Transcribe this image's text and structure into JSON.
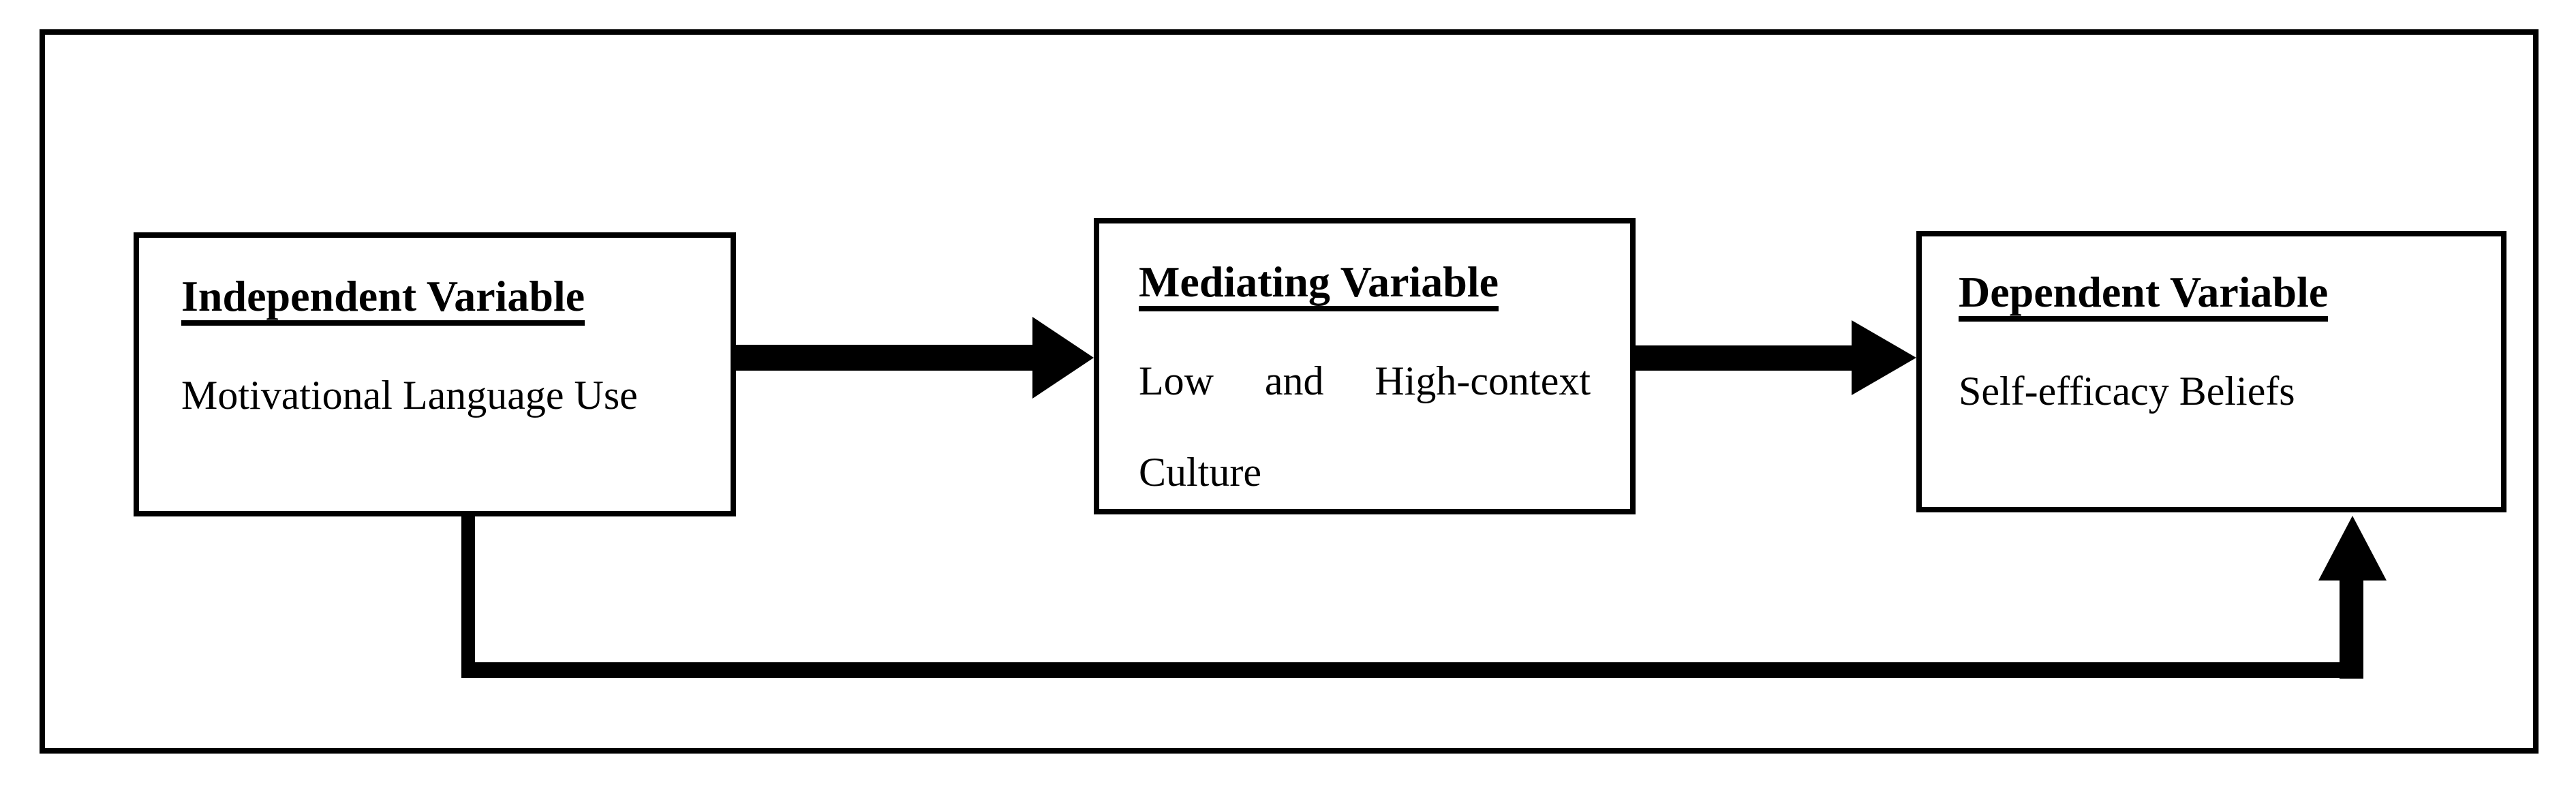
{
  "figure": {
    "type": "conceptual-framework-diagram",
    "background_color": "#ffffff",
    "line_color": "#000000",
    "boxes": [
      {
        "id": "independent",
        "title": "Independent Variable",
        "body": "Motivational Language Use"
      },
      {
        "id": "mediating",
        "title": "Mediating Variable",
        "line1_words": [
          "Low",
          "and",
          "High-context"
        ],
        "line2": "Culture"
      },
      {
        "id": "dependent",
        "title": "Dependent Variable",
        "body": "Self-efficacy Beliefs"
      }
    ],
    "arrows": [
      {
        "from": "independent",
        "to": "mediating",
        "direction": "right",
        "style": "thick-solid"
      },
      {
        "from": "mediating",
        "to": "dependent",
        "direction": "right",
        "style": "thick-solid"
      },
      {
        "from": "independent",
        "to": "dependent",
        "direction": "down-right-up",
        "route": "bottom-elbow",
        "style": "thick-solid"
      }
    ]
  }
}
